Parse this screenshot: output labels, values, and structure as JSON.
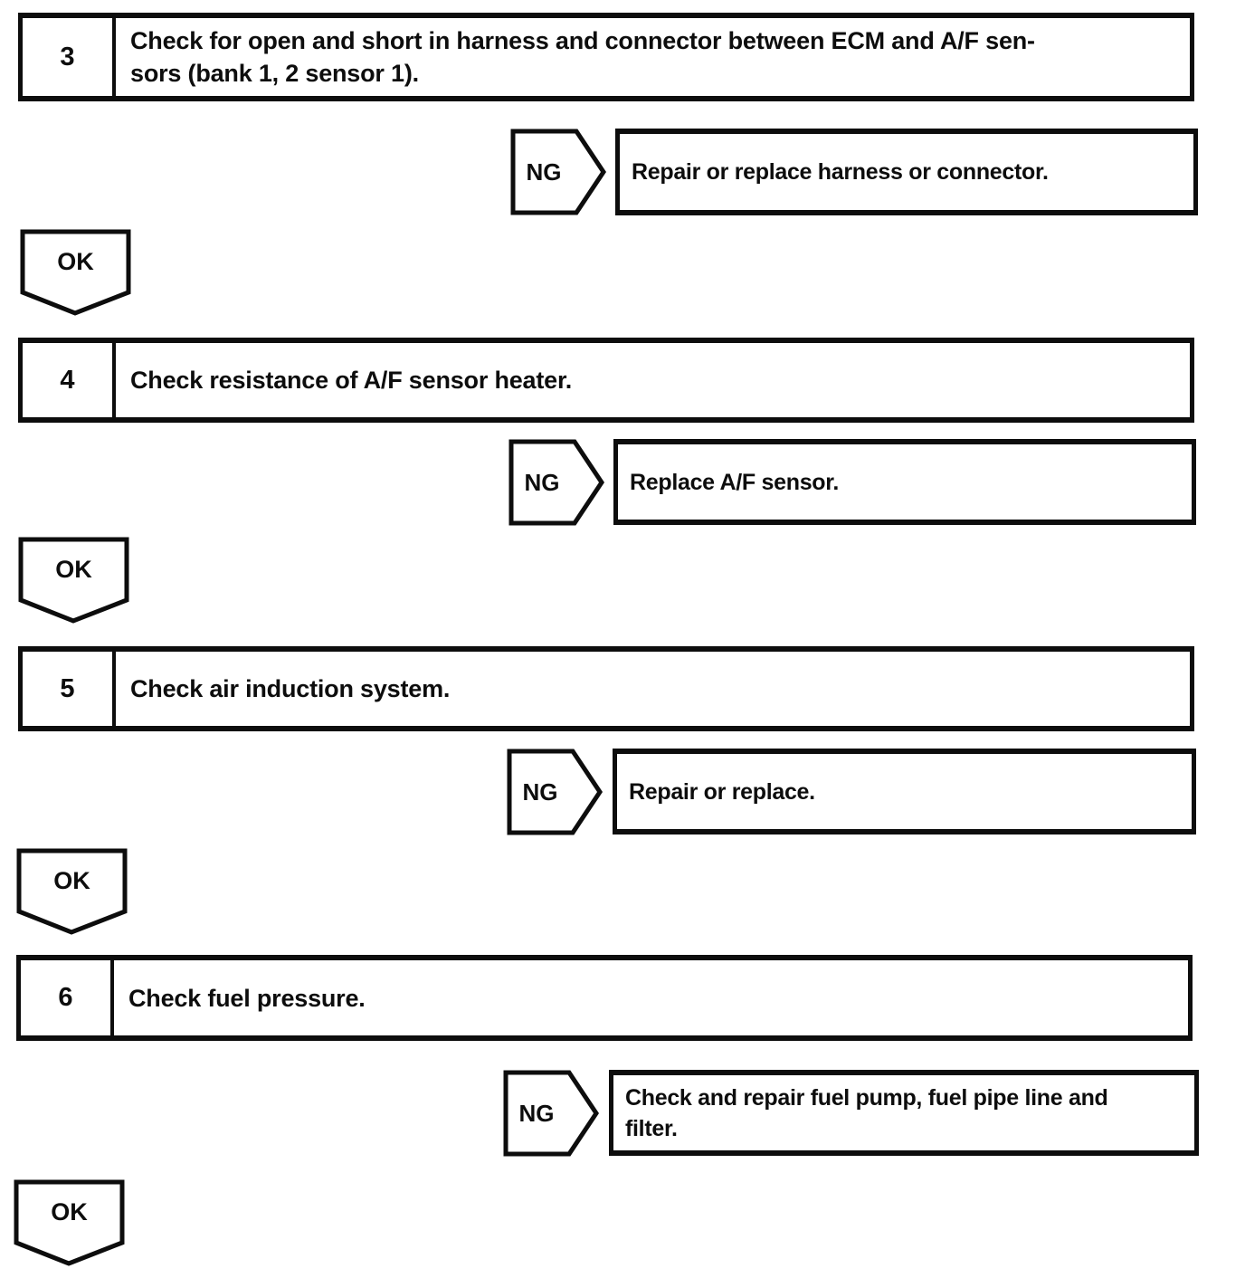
{
  "colors": {
    "ink": "#0d0d0d",
    "paper": "#ffffff"
  },
  "flowchart": {
    "steps": [
      {
        "number": "3",
        "instruction": "Check for open and short in harness and connector between ECM and A/F sen-\nsors (bank 1, 2 sensor 1).",
        "ng": {
          "label": "NG",
          "icon": "pentagon-arrow-right-icon",
          "action": "Repair or replace harness or connector."
        },
        "ok": {
          "label": "OK",
          "icon": "pentagon-arrow-down-icon"
        }
      },
      {
        "number": "4",
        "instruction": "Check resistance of A/F sensor heater.",
        "ng": {
          "label": "NG",
          "icon": "pentagon-arrow-right-icon",
          "action": "Replace A/F sensor."
        },
        "ok": {
          "label": "OK",
          "icon": "pentagon-arrow-down-icon"
        }
      },
      {
        "number": "5",
        "instruction": "Check air induction system.",
        "ng": {
          "label": "NG",
          "icon": "pentagon-arrow-right-icon",
          "action": "Repair or replace."
        },
        "ok": {
          "label": "OK",
          "icon": "pentagon-arrow-down-icon"
        }
      },
      {
        "number": "6",
        "instruction": "Check fuel pressure.",
        "ng": {
          "label": "NG",
          "icon": "pentagon-arrow-right-icon",
          "action": "Check and repair fuel pump, fuel pipe line and\nfilter."
        },
        "ok": {
          "label": "OK",
          "icon": "pentagon-arrow-down-icon"
        }
      }
    ]
  }
}
